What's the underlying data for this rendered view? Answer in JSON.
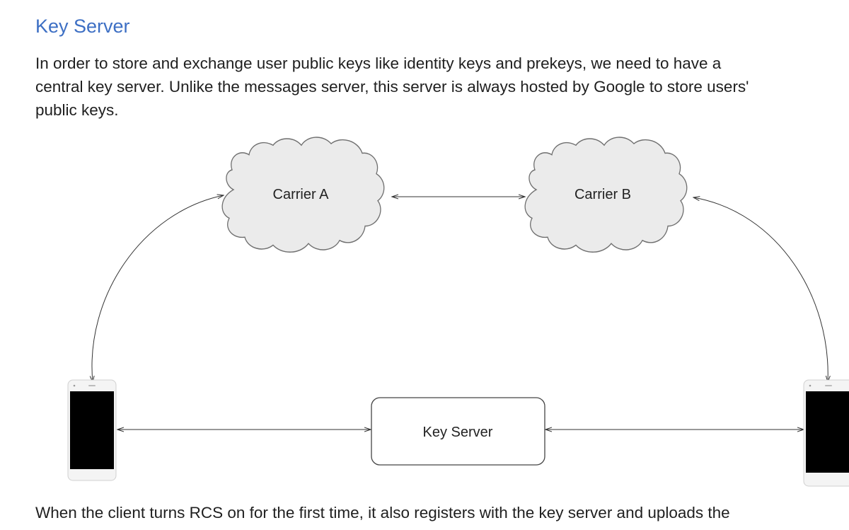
{
  "section": {
    "title": "Key Server",
    "intro_lines": [
      "In order to store and exchange user public keys like identity keys and prekeys, we need to have a",
      "central key server. Unlike the messages server, this server is always hosted by Google to store users'",
      "public keys."
    ],
    "footer_text": "When the client turns RCS on for the first time, it also registers with the key server and uploads the"
  },
  "diagram": {
    "carrier_a_label": "Carrier A",
    "carrier_b_label": "Carrier B",
    "key_server_label": "Key Server"
  },
  "colors": {
    "heading": "#3d6fc4",
    "text": "#1f1f1f",
    "cloud_fill": "#ebebeb",
    "line": "#333333"
  }
}
